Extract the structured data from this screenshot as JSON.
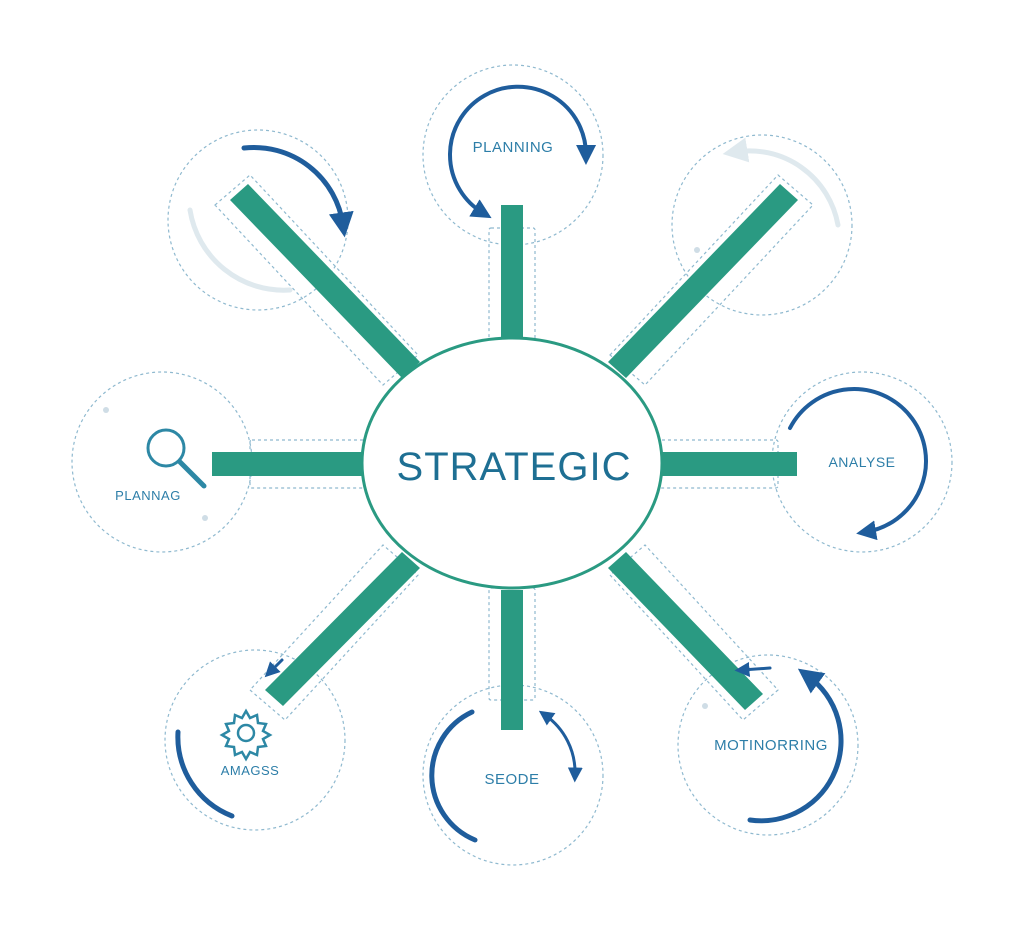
{
  "colors": {
    "spoke": "#2a9a82",
    "center_stroke": "#2a9a82",
    "center_text": "#1e6f93",
    "arc_blue": "#1f5d9c",
    "arc_light": "#dfe9ee",
    "dashed": "#8fb9cf",
    "label": "#2d7ea8",
    "icon": "#2d88a5"
  },
  "center": {
    "label": "STRATEGIC"
  },
  "nodes": {
    "top": {
      "label": "PLANNING"
    },
    "top_left": {
      "label": ""
    },
    "top_right": {
      "label": ""
    },
    "left": {
      "label": "PLANNAG",
      "icon": "magnifier-icon"
    },
    "right": {
      "label": "ANALYSE"
    },
    "bottom_left": {
      "label": "AMAGSS",
      "icon": "gear-icon"
    },
    "bottom": {
      "label": "SEODE"
    },
    "bottom_right": {
      "label": "MOTINORRING"
    }
  }
}
